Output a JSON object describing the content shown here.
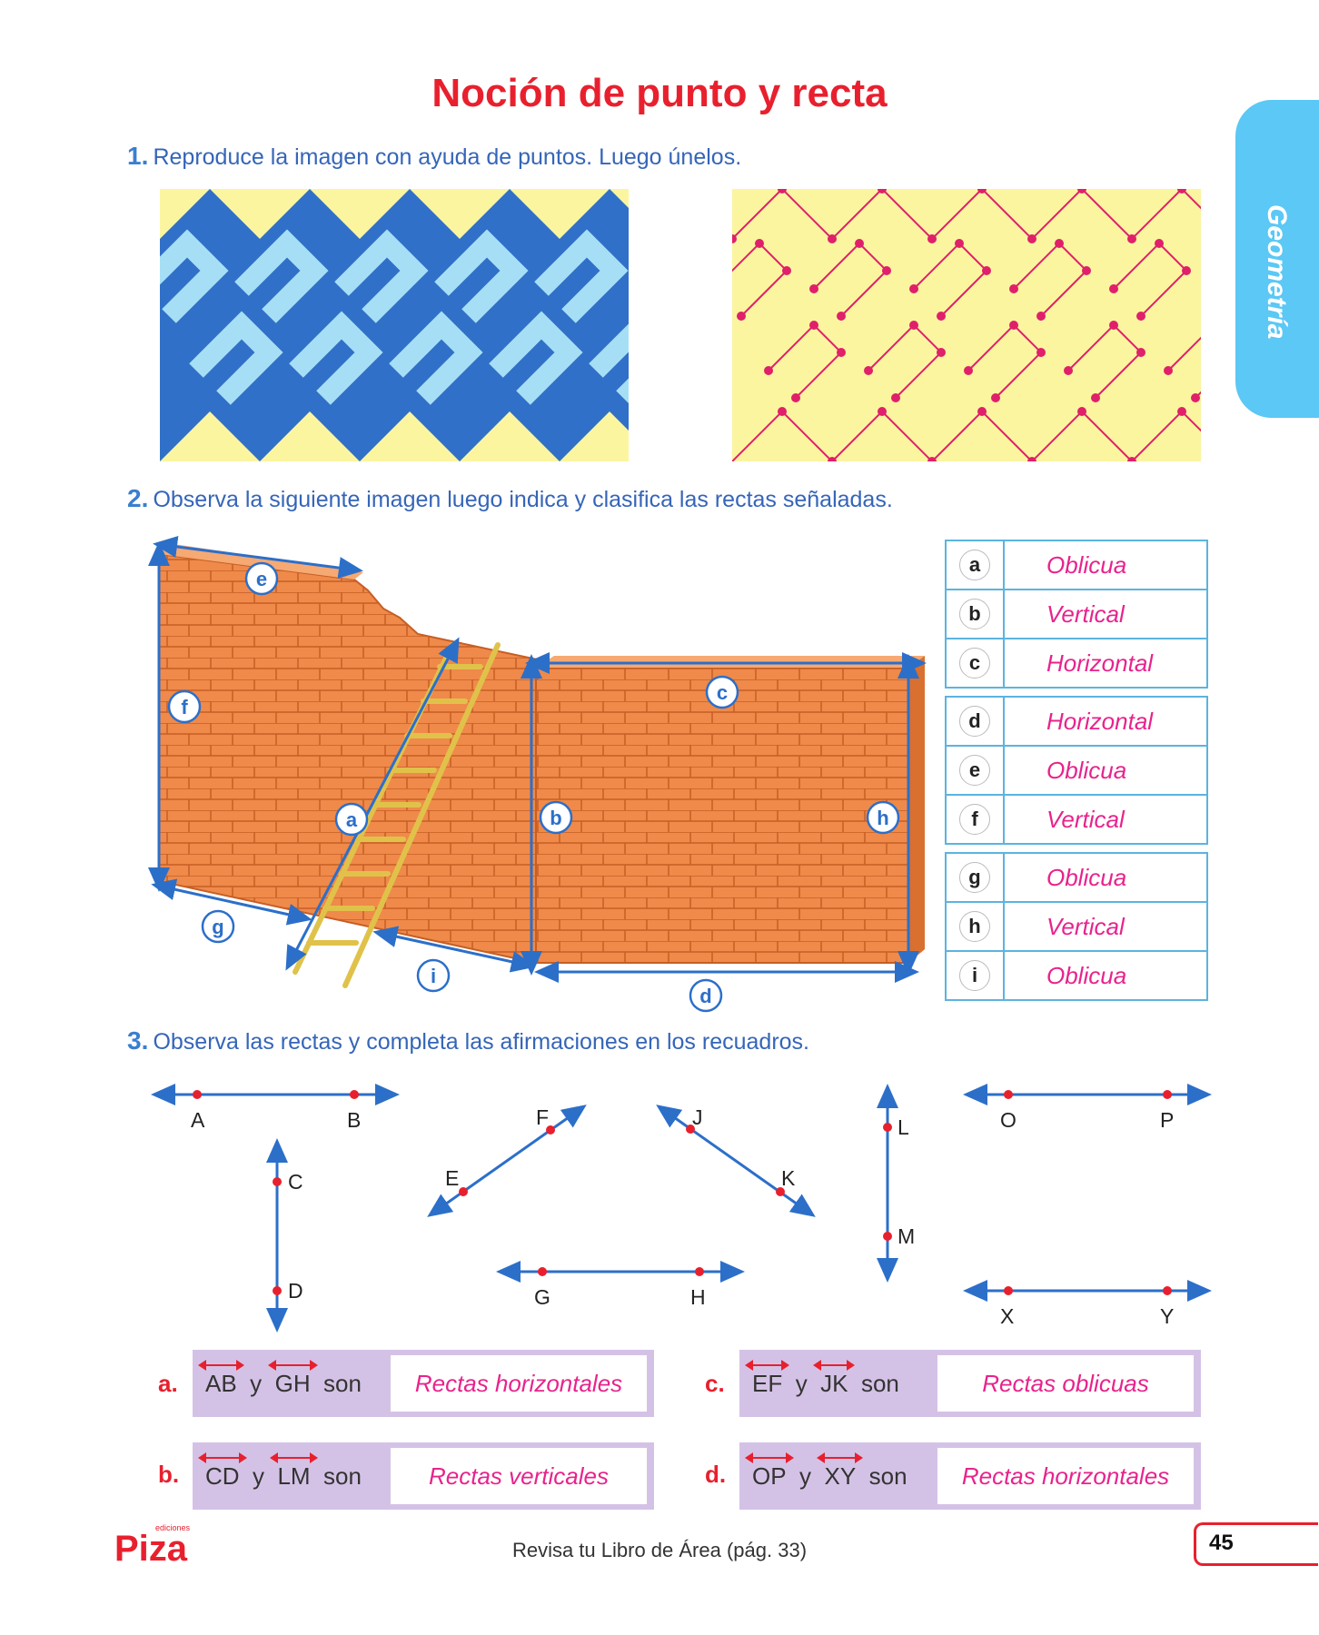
{
  "title": "Noción de punto y recta",
  "side_tab": "Geometría",
  "q1": {
    "number": "1.",
    "text": "Reproduce la imagen con ayuda de puntos. Luego únelos."
  },
  "q2": {
    "number": "2.",
    "text": "Observa la siguiente imagen luego indica y clasifica las rectas señaladas.",
    "wall_labels": [
      "a",
      "b",
      "c",
      "d",
      "e",
      "f",
      "g",
      "h",
      "i"
    ],
    "classification": [
      [
        {
          "letter": "a",
          "answer": "Oblicua"
        },
        {
          "letter": "b",
          "answer": "Vertical"
        },
        {
          "letter": "c",
          "answer": "Horizontal"
        }
      ],
      [
        {
          "letter": "d",
          "answer": "Horizontal"
        },
        {
          "letter": "e",
          "answer": "Oblicua"
        },
        {
          "letter": "f",
          "answer": "Vertical"
        }
      ],
      [
        {
          "letter": "g",
          "answer": "Oblicua"
        },
        {
          "letter": "h",
          "answer": "Vertical"
        },
        {
          "letter": "i",
          "answer": "Oblicua"
        }
      ]
    ]
  },
  "q3": {
    "number": "3.",
    "text": "Observa las rectas y completa las afirmaciones en los recuadros.",
    "points": {
      "A": "A",
      "B": "B",
      "C": "C",
      "D": "D",
      "E": "E",
      "F": "F",
      "G": "G",
      "H": "H",
      "J": "J",
      "K": "K",
      "L": "L",
      "M": "M",
      "O": "O",
      "P": "P",
      "X": "X",
      "Y": "Y"
    },
    "connector": "y",
    "verb": "son",
    "statements": [
      {
        "letter": "a.",
        "seg1": "AB",
        "seg2": "GH",
        "answer": "Rectas horizontales"
      },
      {
        "letter": "b.",
        "seg1": "CD",
        "seg2": "LM",
        "answer": "Rectas verticales"
      },
      {
        "letter": "c.",
        "seg1": "EF",
        "seg2": "JK",
        "answer": "Rectas oblicuas"
      },
      {
        "letter": "d.",
        "seg1": "OP",
        "seg2": "XY",
        "answer": "Rectas horizontales"
      }
    ]
  },
  "footer": {
    "reference": "Revisa tu Libro de Área (pág. 33)",
    "page_number": "45",
    "logo_small": "ediciones",
    "logo": "Piza"
  },
  "colors": {
    "title": "#e8202e",
    "question": "#3565b8",
    "answer": "#e8238c",
    "tab": "#5bc8f5",
    "box": "#d4c2e6",
    "line": "#2c6fc9",
    "point": "#e8202e",
    "brick": "#ef8a4a",
    "pattern_dark": "#3070c8",
    "pattern_light": "#a6dff5",
    "pattern_bg": "#fbf5a0"
  }
}
